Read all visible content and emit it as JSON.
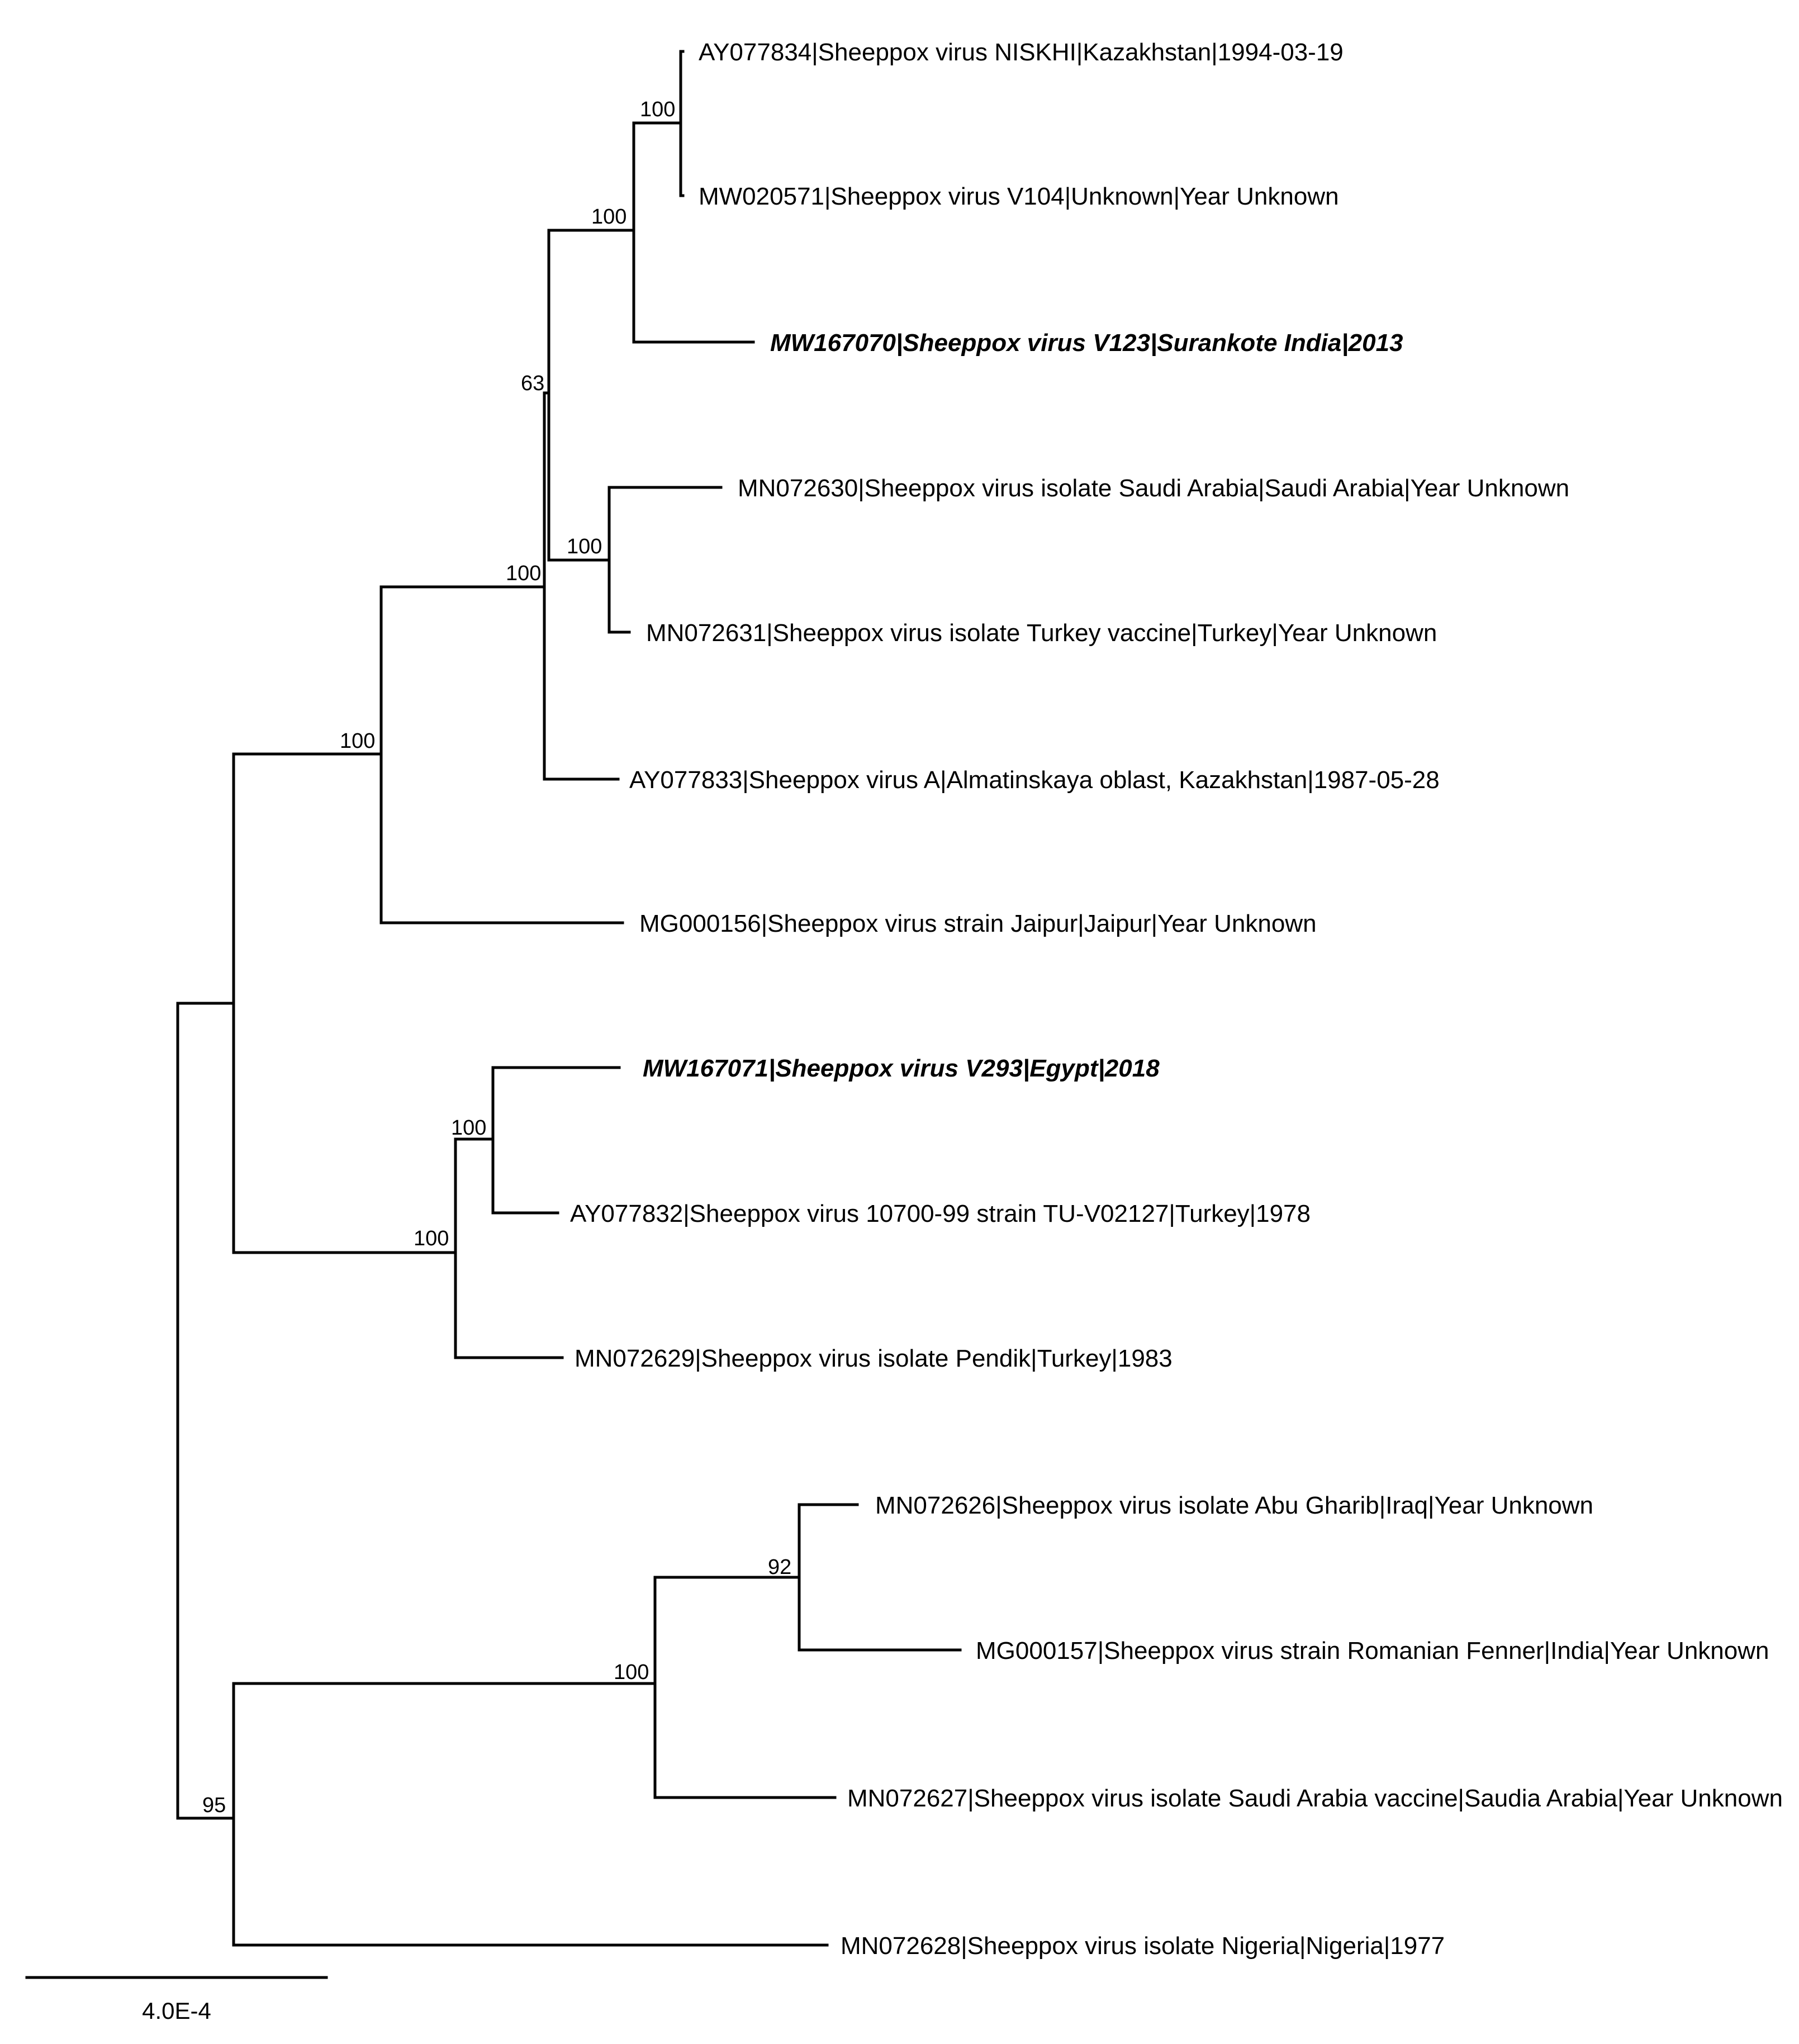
{
  "tree": {
    "taxa": [
      {
        "id": "t1",
        "label": "AY077834|Sheeppox virus NISKHI|Kazakhstan|1994-03-19",
        "highlight": false
      },
      {
        "id": "t2",
        "label": "MW020571|Sheeppox virus V104|Unknown|Year Unknown",
        "highlight": false
      },
      {
        "id": "t3",
        "label": "MW167070|Sheeppox virus V123|Surankote India|2013",
        "highlight": true
      },
      {
        "id": "t4",
        "label": "MN072630|Sheeppox virus isolate Saudi Arabia|Saudi Arabia|Year Unknown",
        "highlight": false
      },
      {
        "id": "t5",
        "label": "MN072631|Sheeppox virus isolate Turkey vaccine|Turkey|Year Unknown",
        "highlight": false
      },
      {
        "id": "t6",
        "label": "AY077833|Sheeppox virus A|Almatinskaya oblast, Kazakhstan|1987-05-28",
        "highlight": false
      },
      {
        "id": "t7",
        "label": "MG000156|Sheeppox virus strain Jaipur|Jaipur|Year Unknown",
        "highlight": false
      },
      {
        "id": "t8",
        "label": "MW167071|Sheeppox virus V293|Egypt|2018",
        "highlight": true
      },
      {
        "id": "t9",
        "label": "AY077832|Sheeppox virus 10700-99 strain TU-V02127|Turkey|1978",
        "highlight": false
      },
      {
        "id": "t10",
        "label": "MN072629|Sheeppox virus isolate Pendik|Turkey|1983",
        "highlight": false
      },
      {
        "id": "t11",
        "label": "MN072626|Sheeppox virus isolate Abu Gharib|Iraq|Year Unknown",
        "highlight": false
      },
      {
        "id": "t12",
        "label": "MG000157|Sheeppox virus strain Romanian Fenner|India|Year Unknown",
        "highlight": false
      },
      {
        "id": "t13",
        "label": "MN072627|Sheeppox virus isolate Saudi Arabia vaccine|Saudia Arabia|Year Unknown",
        "highlight": false
      },
      {
        "id": "t14",
        "label": "MN072628|Sheeppox virus isolate Nigeria|Nigeria|1977",
        "highlight": false
      }
    ],
    "support_values": [
      {
        "node": "n_t1_t2",
        "value": "100"
      },
      {
        "node": "n_a",
        "value": "100"
      },
      {
        "node": "n_b",
        "value": "63"
      },
      {
        "node": "n_t4_t5",
        "value": "100"
      },
      {
        "node": "n_c",
        "value": "100"
      },
      {
        "node": "n_d",
        "value": "100"
      },
      {
        "node": "n_t8_t9",
        "value": "100"
      },
      {
        "node": "n_e",
        "value": "100"
      },
      {
        "node": "n_t11_t12",
        "value": "92"
      },
      {
        "node": "n_f",
        "value": "100"
      },
      {
        "node": "n_g",
        "value": "95"
      }
    ],
    "scale_bar": {
      "label": "4.0E-4"
    }
  }
}
